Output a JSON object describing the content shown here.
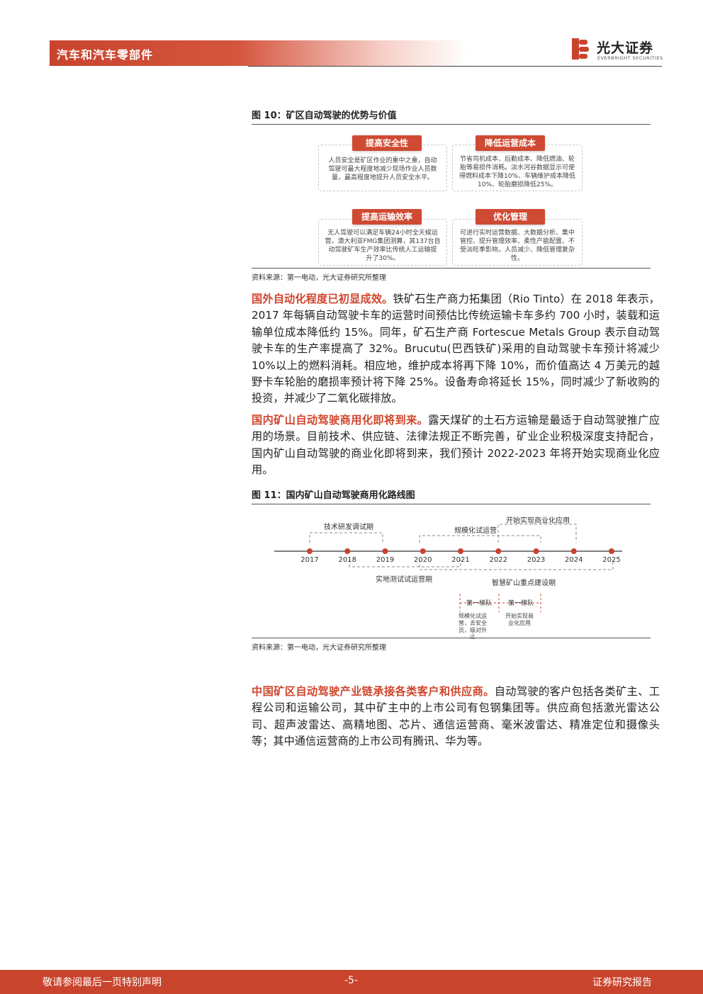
{
  "header": {
    "section": "汽车和汽车零部件",
    "logo_cn": "光大证券",
    "logo_en": "EVERBRIGHT SECURITIES"
  },
  "fig10": {
    "caption": "图 10：矿区自动驾驶的优势与价值",
    "cards": [
      {
        "title": "提高安全性",
        "lines": [
          "人员安全是矿区作业的重中之重，自动",
          "驾驶可最大程度地减少现场作业人员数",
          "量，最高程度地提升人员安全水平。"
        ]
      },
      {
        "title": "降低运营成本",
        "lines": [
          "节省司机成本、后勤成本、降低燃油、轮",
          "胎等易损件消耗。淡水河谷数据显示可使",
          "得燃料成本下降10%、车辆维护成本降低",
          "10%、轮胎磨损降低25%。"
        ]
      },
      {
        "title": "提高运输效率",
        "lines": [
          "无人驾驶可以满足车辆24小时全天候运",
          "营。澳大利亚FMG集团测算，其137台自",
          "动驾驶矿车生产效率比传统人工运输提",
          "升了30%。"
        ]
      },
      {
        "title": "优化管理",
        "lines": [
          "可进行实时运营数据、大数据分析、集中",
          "管控、提升管理效率、柔性产能配置、不",
          "受淡旺季影响，人员减少、降低管理复杂",
          "性。"
        ]
      }
    ],
    "source": "资料来源：第一电动，光大证券研究所整理"
  },
  "para1": {
    "lead": "国外自动化程度已初显成效。",
    "text": "铁矿石生产商力拓集团（Rio Tinto）在 2018 年表示，2017 年每辆自动驾驶卡车的运营时间预估比传统运输卡车多约 700 小时，装载和运输单位成本降低约 15%。同年，矿石生产商 Fortescue Metals Group 表示自动驾驶卡车的生产率提高了 32%。Brucutu(巴西铁矿)采用的自动驾驶卡车预计将减少 10%以上的燃料消耗。相应地，维护成本将再下降 10%，而价值高达 4 万美元的越野卡车轮胎的磨损率预计将下降 25%。设备寿命将延长 15%，同时减少了新收购的投资，并减少了二氧化碳排放。"
  },
  "para2": {
    "lead": "国内矿山自动驾驶商用化即将到来。",
    "text": "露天煤矿的土石方运输是最适于自动驾驶推广应用的场景。目前技术、供应链、法律法规正不断完善，矿业企业积极深度支持配合，国内矿山自动驾驶的商业化即将到来，我们预计 2022-2023 年将开始实现商业化应用。"
  },
  "fig11": {
    "caption": "图 11：国内矿山自动驾驶商用化路线图",
    "years": [
      "2017",
      "2018",
      "2019",
      "2020",
      "2021",
      "2022",
      "2023",
      "2024",
      "2025"
    ],
    "above_labels": [
      "技术研发调试期",
      "规模化试运营",
      "开始实现商业化应用"
    ],
    "below_labels": [
      "实地测试试运营期",
      "智慧矿山重点建设期"
    ],
    "tier_labels": [
      "第一梯队",
      "第一梯队"
    ],
    "tier_notes": [
      [
        "规模化试运",
        "营，去安全",
        "员，级对外",
        "止"
      ],
      [
        "开始实现商",
        "业化应用"
      ]
    ],
    "source": "资料来源：第一电动，光大证券研究所整理"
  },
  "para3": {
    "lead": "中国矿区自动驾驶产业链承接各类客户和供应商。",
    "text": "自动驾驶的客户包括各类矿主、工程公司和运输公司，其中矿主中的上市公司有包钢集团等。供应商包括激光雷达公司、超声波雷达、高精地图、芯片、通信运营商、毫米波雷达、精准定位和摄像头等；其中通信运营商的上市公司有腾讯、华为等。"
  },
  "footer": {
    "disclaimer": "敬请参阅最后一页特别声明",
    "page": "-5-",
    "report_type": "证券研究报告"
  },
  "colors": {
    "accent": "#c8442d",
    "lead_text": "#d0452c"
  }
}
